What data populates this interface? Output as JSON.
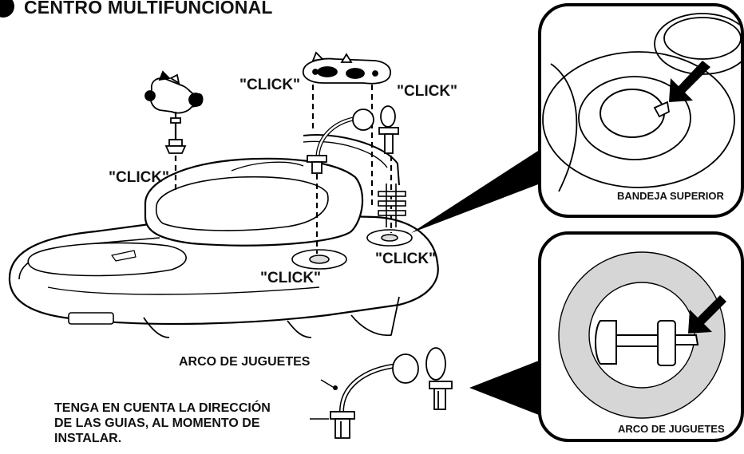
{
  "title": "CENTRO MULTIFUNCIONAL",
  "click_labels": [
    "\"CLICK\"",
    "\"CLICK\"",
    "\"CLICK\"",
    "\"CLICK\"",
    "\"CLICK\""
  ],
  "callouts": {
    "top_label": "BANDEJA SUPERIOR",
    "bottom_label": "ARCO DE JUGUETES"
  },
  "toy_arch_label": "ARCO DE JUGUETES",
  "note": "TENGA EN CUENTA LA DIRECCIÓN\nDE LAS GUIAS, AL MOMENTO DE\nINSTALAR."
}
